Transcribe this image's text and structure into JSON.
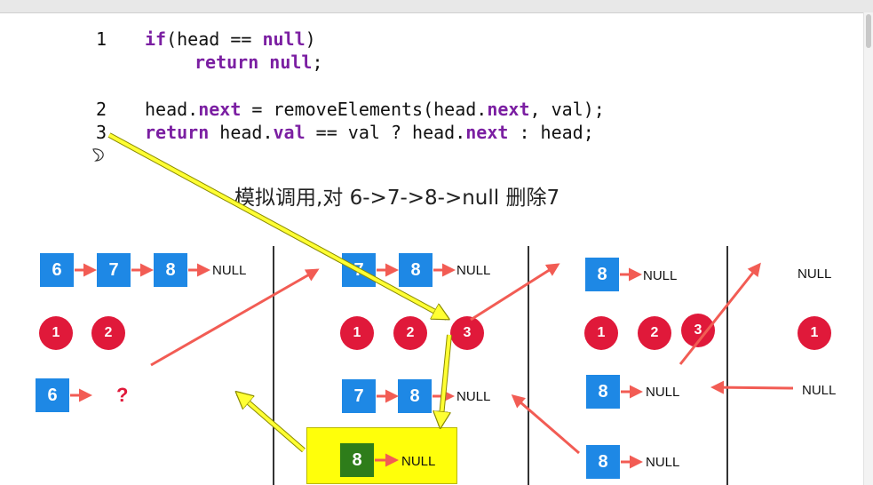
{
  "code": {
    "line_numbers": [
      "1",
      "2",
      "3"
    ],
    "line1_kw": "if",
    "line1_rest": "(head == ",
    "line1_null": "null",
    "line1_close": ")",
    "line1b_kw": "return",
    "line1b_null": "null",
    "line1b_semi": ";",
    "line2_a": "head.",
    "line2_next": "next",
    "line2_b": " = removeElements(head.",
    "line2_next2": "next",
    "line2_c": ", val);",
    "line3_kw": "return",
    "line3_a": " head.",
    "line3_val": "val",
    "line3_b": " == val ? head.",
    "line3_next": "next",
    "line3_c": " : head;"
  },
  "title": "模拟调用,对 6->7->8->null 删除7",
  "null_label": "NULL",
  "question_mark": "?",
  "panel1": {
    "row1": [
      "6",
      "7",
      "8"
    ],
    "circles": [
      "1",
      "2"
    ],
    "row3_node": "6"
  },
  "panel2": {
    "row1": [
      "7",
      "8"
    ],
    "circles": [
      "1",
      "2",
      "3"
    ],
    "row3": [
      "7",
      "8"
    ],
    "highlight_node": "8"
  },
  "panel3": {
    "row1": [
      "8"
    ],
    "circles": [
      "1",
      "2",
      "3"
    ],
    "row3_node": "8",
    "row4_node": "8"
  },
  "panel4": {
    "circles": [
      "1"
    ]
  },
  "colors": {
    "node_blue": "#1e88e5",
    "node_green": "#2e7d1a",
    "circle_red": "#e0193a",
    "arrow_red": "#f25c54",
    "arrow_yellow": "#ffff33",
    "highlight_yellow": "#ffff0a"
  },
  "icons": [
    "mouse-cursor-icon"
  ]
}
